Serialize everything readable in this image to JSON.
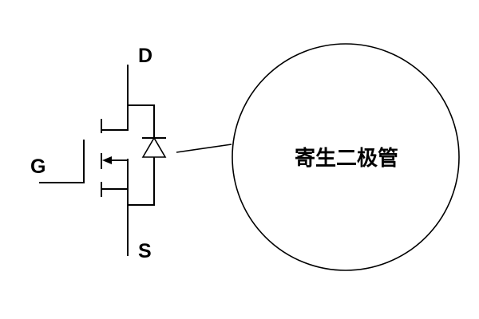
{
  "terminals": {
    "drain": "D",
    "gate": "G",
    "source": "S"
  },
  "callout": {
    "label": "寄生二极管"
  },
  "colors": {
    "stroke": "#000000",
    "background": "#ffffff"
  }
}
